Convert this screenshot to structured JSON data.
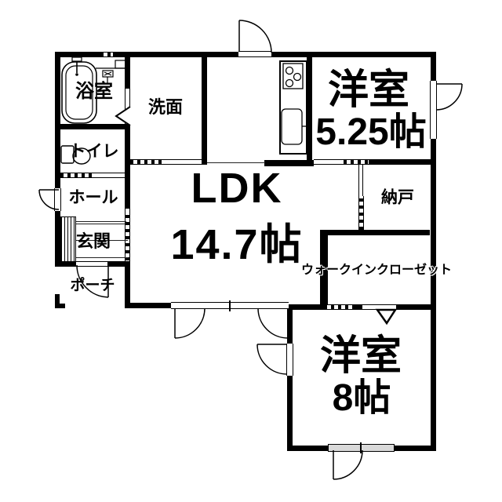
{
  "floorplan": {
    "colors": {
      "wall": "#000000",
      "background": "#ffffff",
      "line": "#222222"
    },
    "rooms": {
      "ldk": {
        "name": "LDK",
        "size": "14.7帖"
      },
      "bedroom1": {
        "name": "洋室",
        "size": "5.25帖"
      },
      "bedroom2": {
        "name": "洋室",
        "size": "8帖"
      },
      "storage": {
        "name": "納戸"
      },
      "walk_in_closet": {
        "name": "ウォークインクローゼット"
      },
      "bathroom": {
        "name": "浴室"
      },
      "washroom": {
        "name": "洗面"
      },
      "toilet": {
        "name": "トイレ"
      },
      "hall": {
        "name": "ホール"
      },
      "entrance": {
        "name": "玄関"
      },
      "porch": {
        "name": "ポーチ"
      }
    }
  }
}
